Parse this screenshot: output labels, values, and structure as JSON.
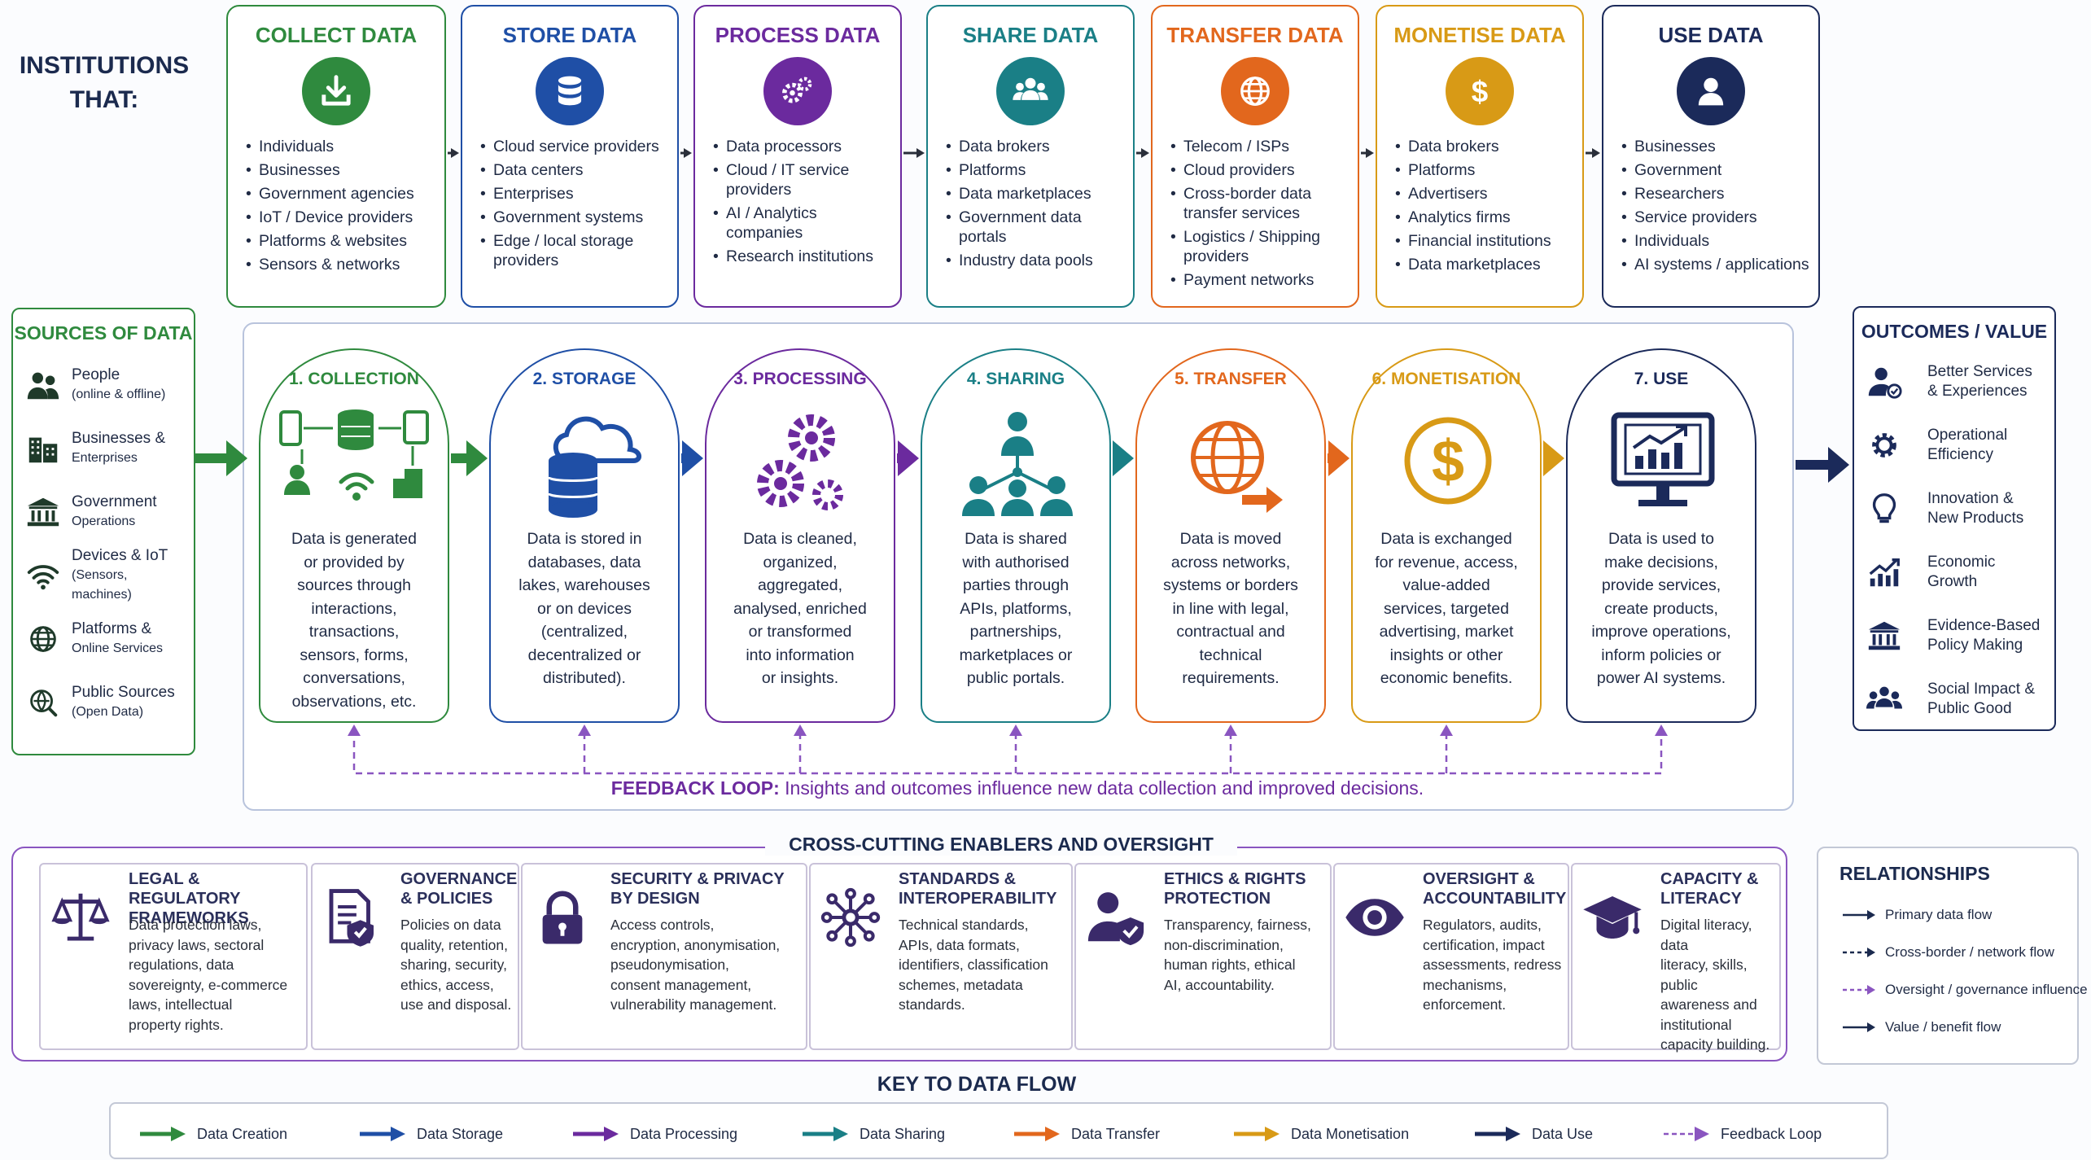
{
  "heading": "INSTITUTIONS THAT:",
  "institutions": [
    {
      "title": "COLLECT DATA",
      "color": "#2f8a3e",
      "icon": "download-icon",
      "items": [
        "Individuals",
        "Businesses",
        "Government agencies",
        "IoT / Device providers",
        "Platforms & websites",
        "Sensors & networks"
      ]
    },
    {
      "title": "STORE DATA",
      "color": "#1f4fa6",
      "icon": "database-icon",
      "items": [
        "Cloud service providers",
        "Data centers",
        "Enterprises",
        "Government systems",
        "Edge / local storage providers"
      ]
    },
    {
      "title": "PROCESS DATA",
      "color": "#6b2a9e",
      "icon": "gears-icon",
      "items": [
        "Data processors",
        "Cloud / IT service providers",
        "AI / Analytics companies",
        "Research institutions"
      ]
    },
    {
      "title": "SHARE DATA",
      "color": "#1a7f86",
      "icon": "group-icon",
      "items": [
        "Data brokers",
        "Platforms",
        "Data marketplaces",
        "Government data portals",
        "Industry data pools"
      ]
    },
    {
      "title": "TRANSFER DATA",
      "color": "#e2671d",
      "icon": "globe-icon",
      "items": [
        "Telecom / ISPs",
        "Cloud providers",
        "Cross-border data transfer services",
        "Logistics / Shipping providers",
        "Payment networks"
      ]
    },
    {
      "title": "MONETISE DATA",
      "color": "#d89a16",
      "icon": "dollar-icon",
      "items": [
        "Data brokers",
        "Platforms",
        "Advertisers",
        "Analytics firms",
        "Financial institutions",
        "Data marketplaces"
      ]
    },
    {
      "title": "USE DATA",
      "color": "#1b2a5a",
      "icon": "person-icon",
      "items": [
        "Businesses",
        "Government",
        "Researchers",
        "Service providers",
        "Individuals",
        "AI systems / applications"
      ]
    }
  ],
  "sources": {
    "title": "SOURCES OF DATA",
    "items": [
      {
        "label": "People",
        "sub": "(online & offline)",
        "icon": "people-icon"
      },
      {
        "label": "Businesses &",
        "sub": "Enterprises",
        "icon": "buildings-icon"
      },
      {
        "label": "Government",
        "sub": "Operations",
        "icon": "government-icon"
      },
      {
        "label": "Devices & IoT",
        "sub": "(Sensors, machines)",
        "icon": "wifi-icon"
      },
      {
        "label": "Platforms &",
        "sub": "Online Services",
        "icon": "globe-icon"
      },
      {
        "label": "Public Sources",
        "sub": "(Open Data)",
        "icon": "open-data-icon"
      }
    ]
  },
  "stages": [
    {
      "title": "1. COLLECTION",
      "color": "#2f8a3e",
      "lines": [
        "Data is generated",
        "or provided by",
        "sources through",
        "interactions,",
        "transactions,",
        "sensors, forms,",
        "conversations,",
        "observations, etc."
      ]
    },
    {
      "title": "2. STORAGE",
      "color": "#1f4fa6",
      "lines": [
        "Data is stored in",
        "databases, data",
        "lakes, warehouses",
        "or on devices",
        "(centralized,",
        "decentralized or",
        "distributed)."
      ]
    },
    {
      "title": "3. PROCESSING",
      "color": "#6b2a9e",
      "lines": [
        "Data is cleaned,",
        "organized,",
        "aggregated,",
        "analysed, enriched",
        "or transformed",
        "into information",
        "or insights."
      ]
    },
    {
      "title": "4. SHARING",
      "color": "#1a7f86",
      "lines": [
        "Data is shared",
        "with authorised",
        "parties through",
        "APIs, platforms,",
        "partnerships,",
        "marketplaces or",
        "public portals."
      ]
    },
    {
      "title": "5. TRANSFER",
      "color": "#e2671d",
      "lines": [
        "Data is moved",
        "across networks,",
        "systems or borders",
        "in line with legal,",
        "contractual and",
        "technical",
        "requirements."
      ]
    },
    {
      "title": "6. MONETISATION",
      "color": "#d89a16",
      "lines": [
        "Data is exchanged",
        "for revenue, access,",
        "value-added",
        "services, targeted",
        "advertising, market",
        "insights or other",
        "economic benefits."
      ]
    },
    {
      "title": "7. USE",
      "color": "#1b2a5a",
      "lines": [
        "Data is used to",
        "make decisions,",
        "provide services,",
        "create products,",
        "improve operations,",
        "inform policies or",
        "power AI systems."
      ]
    }
  ],
  "feedback": {
    "label": "FEEDBACK LOOP:",
    "text": "Insights and outcomes influence new data collection and improved decisions."
  },
  "outcomes": {
    "title": "OUTCOMES / VALUE",
    "items": [
      {
        "label": "Better Services",
        "sub": "& Experiences",
        "icon": "user-star-icon"
      },
      {
        "label": "Operational",
        "sub": "Efficiency",
        "icon": "gear-icon"
      },
      {
        "label": "Innovation &",
        "sub": "New Products",
        "icon": "lightbulb-icon"
      },
      {
        "label": "Economic",
        "sub": "Growth",
        "icon": "growth-chart-icon"
      },
      {
        "label": "Evidence-Based",
        "sub": "Policy Making",
        "icon": "institution-icon"
      },
      {
        "label": "Social Impact &",
        "sub": "Public Good",
        "icon": "community-icon"
      }
    ]
  },
  "enablers": {
    "title": "CROSS-CUTTING ENABLERS AND OVERSIGHT",
    "items": [
      {
        "title": [
          "LEGAL & REGULATORY",
          "FRAMEWORKS"
        ],
        "icon": "scales-icon",
        "lines": [
          "Data protection laws,",
          "privacy laws, sectoral",
          "regulations, data",
          "sovereignty, e-commerce",
          "laws, intellectual",
          "property rights."
        ]
      },
      {
        "title": [
          "GOVERNANCE",
          "& POLICIES"
        ],
        "icon": "policy-document-icon",
        "lines": [
          "Policies on data",
          "quality, retention,",
          "sharing, security,",
          "ethics, access,",
          "use and disposal."
        ]
      },
      {
        "title": [
          "SECURITY & PRIVACY",
          "BY DESIGN"
        ],
        "icon": "lock-icon",
        "lines": [
          "Access controls,",
          "encryption, anonymisation,",
          "pseudonymisation,",
          "consent management,",
          "vulnerability management."
        ]
      },
      {
        "title": [
          "STANDARDS &",
          "INTEROPERABILITY"
        ],
        "icon": "network-icon",
        "lines": [
          "Technical standards,",
          "APIs, data formats,",
          "identifiers, classification",
          "schemes, metadata",
          "standards."
        ]
      },
      {
        "title": [
          "ETHICS & RIGHTS",
          "PROTECTION"
        ],
        "icon": "user-shield-icon",
        "lines": [
          "Transparency, fairness,",
          "non-discrimination,",
          "human rights, ethical",
          "AI, accountability."
        ]
      },
      {
        "title": [
          "OVERSIGHT &",
          "ACCOUNTABILITY"
        ],
        "icon": "eye-icon",
        "lines": [
          "Regulators, audits,",
          "certification, impact",
          "assessments, redress",
          "mechanisms,",
          "enforcement."
        ]
      },
      {
        "title": [
          "CAPACITY &",
          "LITERACY"
        ],
        "icon": "graduation-cap-icon",
        "lines": [
          "Digital literacy, data",
          "literacy, skills, public",
          "awareness and",
          "institutional",
          "capacity building."
        ]
      }
    ]
  },
  "relationships": {
    "title": "RELATIONSHIPS",
    "items": [
      {
        "label": "Primary data flow",
        "style": "solid"
      },
      {
        "label": "Cross-border / network flow",
        "style": "dashed"
      },
      {
        "label": "Oversight / governance influence",
        "style": "dashed-purple"
      },
      {
        "label": "Value / benefit flow",
        "style": "solid"
      }
    ]
  },
  "key": {
    "title": "KEY TO DATA FLOW",
    "items": [
      {
        "label": "Data Creation",
        "color": "#2f8a3e"
      },
      {
        "label": "Data Storage",
        "color": "#1f4fa6"
      },
      {
        "label": "Data Processing",
        "color": "#6b2a9e"
      },
      {
        "label": "Data Sharing",
        "color": "#1a7f86"
      },
      {
        "label": "Data Transfer",
        "color": "#e2671d"
      },
      {
        "label": "Data Monetisation",
        "color": "#d89a16"
      },
      {
        "label": "Data Use",
        "color": "#1b2a5a"
      },
      {
        "label": "Feedback Loop",
        "color": "#8a55c0"
      }
    ]
  }
}
